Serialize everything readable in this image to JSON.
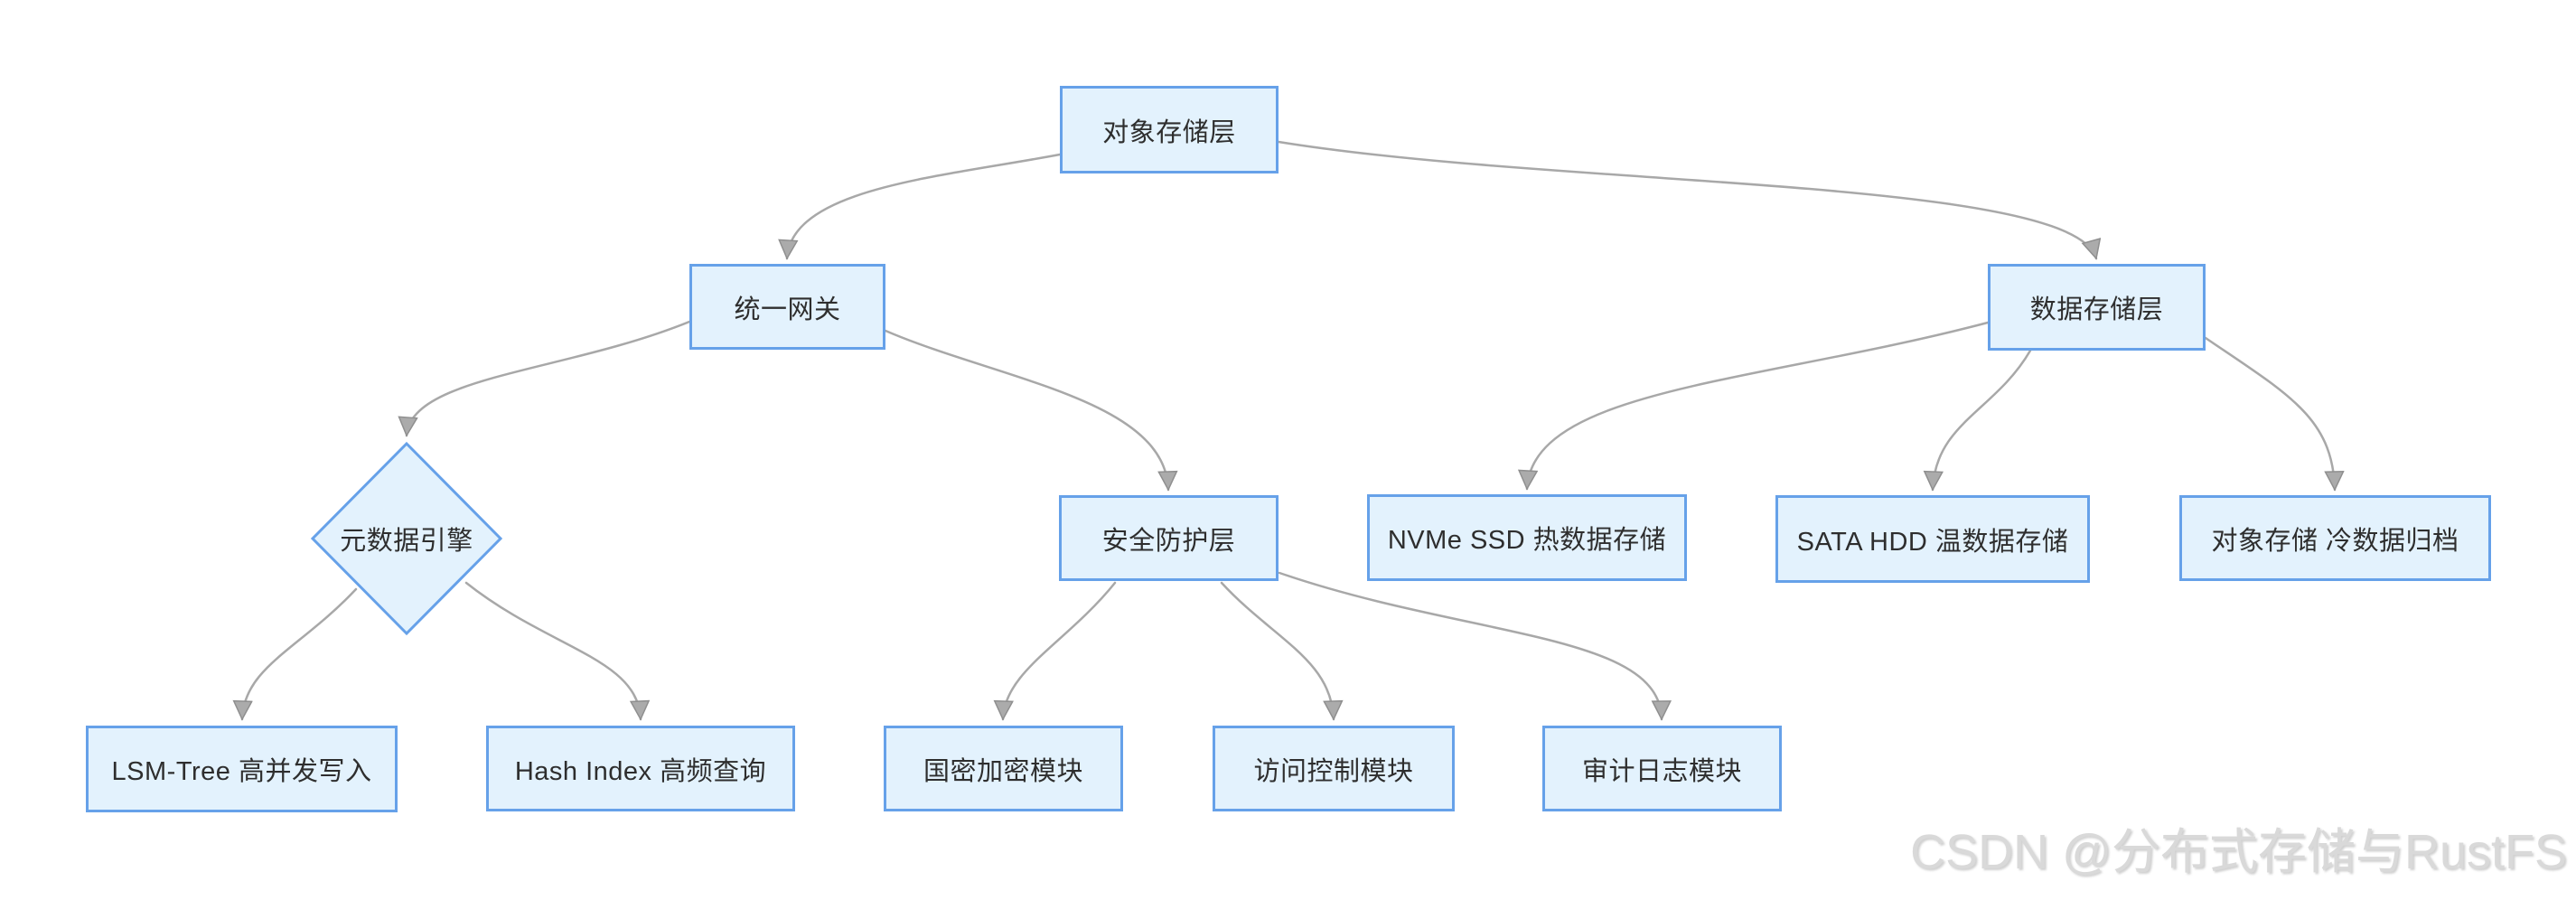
{
  "diagram": {
    "type": "flowchart",
    "direction": "top-down",
    "nodes": [
      {
        "id": "object-storage-layer",
        "label": "对象存储层",
        "shape": "rect"
      },
      {
        "id": "unified-gateway",
        "label": "统一网关",
        "shape": "rect"
      },
      {
        "id": "data-storage-layer",
        "label": "数据存储层",
        "shape": "rect"
      },
      {
        "id": "metadata-engine",
        "label": "元数据引擎",
        "shape": "diamond"
      },
      {
        "id": "security-layer",
        "label": "安全防护层",
        "shape": "rect"
      },
      {
        "id": "nvme-hot-storage",
        "label": "NVMe SSD 热数据存储",
        "shape": "rect"
      },
      {
        "id": "sata-warm-storage",
        "label": "SATA HDD 温数据存储",
        "shape": "rect"
      },
      {
        "id": "object-cold-archive",
        "label": "对象存储 冷数据归档",
        "shape": "rect"
      },
      {
        "id": "lsm-tree-write",
        "label": "LSM-Tree 高并发写入",
        "shape": "rect"
      },
      {
        "id": "hash-index-query",
        "label": "Hash Index 高频查询",
        "shape": "rect"
      },
      {
        "id": "sm-crypto-module",
        "label": "国密加密模块",
        "shape": "rect"
      },
      {
        "id": "access-control-module",
        "label": "访问控制模块",
        "shape": "rect"
      },
      {
        "id": "audit-log-module",
        "label": "审计日志模块",
        "shape": "rect"
      }
    ],
    "edges": [
      {
        "from": "object-storage-layer",
        "to": "unified-gateway"
      },
      {
        "from": "object-storage-layer",
        "to": "data-storage-layer"
      },
      {
        "from": "unified-gateway",
        "to": "metadata-engine"
      },
      {
        "from": "unified-gateway",
        "to": "security-layer"
      },
      {
        "from": "metadata-engine",
        "to": "lsm-tree-write"
      },
      {
        "from": "metadata-engine",
        "to": "hash-index-query"
      },
      {
        "from": "security-layer",
        "to": "sm-crypto-module"
      },
      {
        "from": "security-layer",
        "to": "access-control-module"
      },
      {
        "from": "security-layer",
        "to": "audit-log-module"
      },
      {
        "from": "data-storage-layer",
        "to": "nvme-hot-storage"
      },
      {
        "from": "data-storage-layer",
        "to": "sata-warm-storage"
      },
      {
        "from": "data-storage-layer",
        "to": "object-cold-archive"
      }
    ],
    "colors": {
      "node_fill": "#e3f2fd",
      "node_border": "#66a1e9",
      "node_text": "#2e2e2e",
      "edge_line": "#a8a8a8",
      "arrowhead": "#ababab",
      "background": "#ffffff",
      "watermark_text_color": "#d9d9d9"
    }
  },
  "watermark": {
    "text": "CSDN @分布式存储与RustFS"
  }
}
